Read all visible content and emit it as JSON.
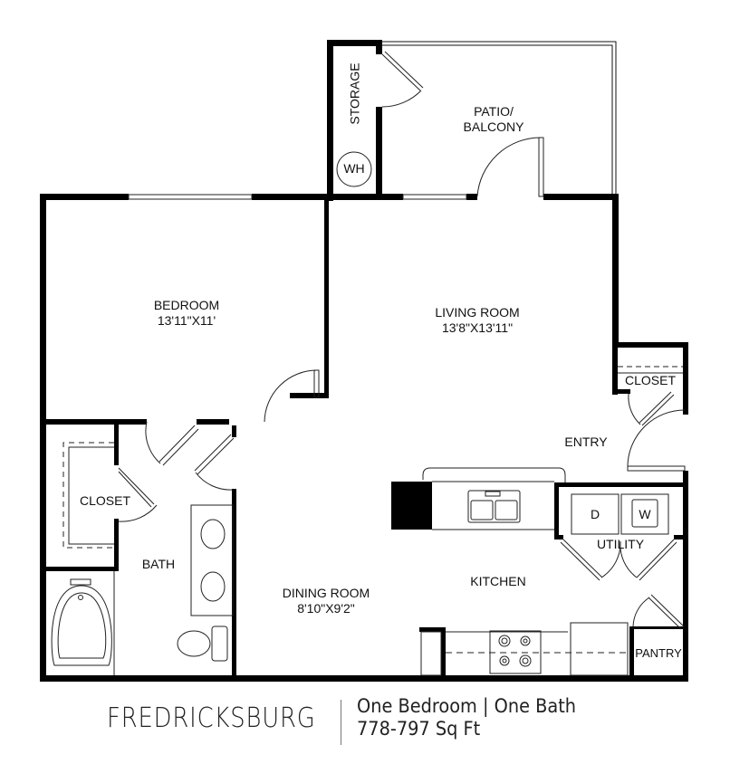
{
  "plan": {
    "name": "FREDRICKSBURG",
    "layout": "One Bedroom | One Bath",
    "area": "778-797 Sq Ft"
  },
  "rooms": {
    "storage": {
      "label": "STORAGE"
    },
    "water_heater": {
      "label": "WH"
    },
    "patio": {
      "label_line1": "PATIO/",
      "label_line2": "BALCONY"
    },
    "bedroom": {
      "label": "BEDROOM",
      "dimensions": "13'11\"X11'"
    },
    "living_room": {
      "label": "LIVING ROOM",
      "dimensions": "13'8\"X13'11\""
    },
    "entry_closet": {
      "label": "CLOSET"
    },
    "entry": {
      "label": "ENTRY"
    },
    "bedroom_closet": {
      "label": "CLOSET"
    },
    "bath": {
      "label": "BATH"
    },
    "dining_room": {
      "label": "DINING ROOM",
      "dimensions": "8'10\"X9'2\""
    },
    "kitchen": {
      "label": "KITCHEN"
    },
    "utility": {
      "label": "UTILITY",
      "dryer": "D",
      "washer": "W"
    },
    "pantry": {
      "label": "PANTRY"
    }
  },
  "colors": {
    "wall": "#000000",
    "line": "#222222",
    "background": "#ffffff",
    "text": "#111111"
  }
}
